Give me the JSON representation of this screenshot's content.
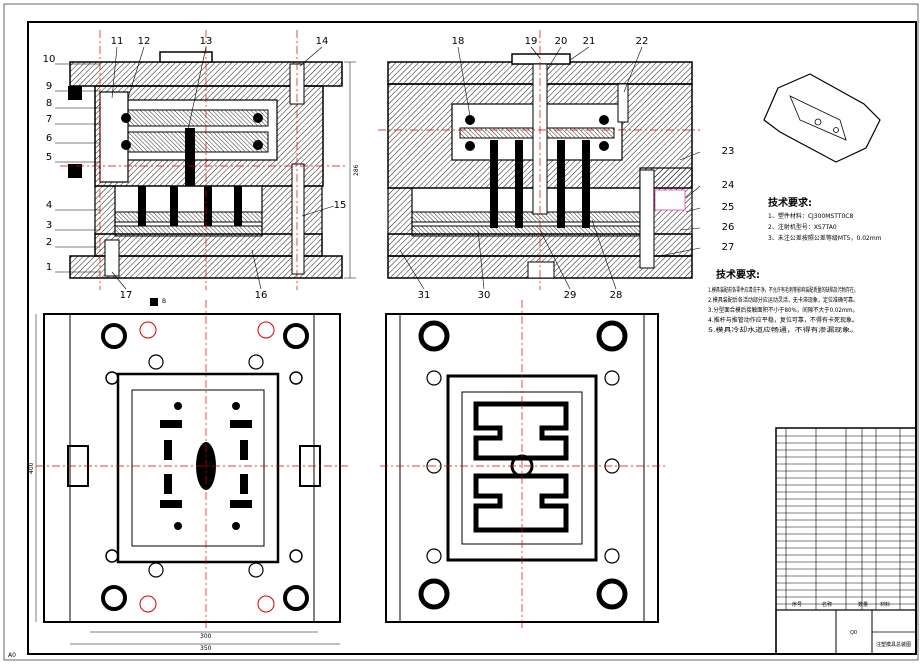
{
  "callouts_left": [
    "1",
    "2",
    "3",
    "4",
    "5",
    "6",
    "7",
    "8",
    "9",
    "10",
    "11",
    "12",
    "13",
    "14",
    "15",
    "16",
    "17"
  ],
  "callouts_mid": [
    "18",
    "19",
    "20",
    "21",
    "22",
    "23",
    "24",
    "25",
    "26",
    "27",
    "28",
    "29",
    "30",
    "31"
  ],
  "dimensions": {
    "plate_width_inner": "300",
    "plate_width_outer": "350",
    "plate_height": "400",
    "mold_height": "286",
    "corner_mark": "A0",
    "section_mark": "B"
  },
  "tech_req_1": {
    "title": "技术要求:",
    "lines": [
      "1、塑件材料：CJ300MSTT0C8",
      "2、注射机型号：XS7TA0",
      "3、未注公差按照公差等级MT5，0.02mm"
    ]
  },
  "tech_req_2": {
    "title": "技术要求:",
    "notes": [
      "1.模具装配前各零件应清洗干净，不允许有毛刺等影响装配质量的缺陷及污物存在。",
      "2.模具装配后各活动部分应运动灵活，无卡滞现象，定位准确可靠。",
      "3.分型面合模后接触面积不小于80%，间隙不大于0.02mm。",
      "4.推杆与推管动作应平稳，复位可靠，不得有卡死现象。",
      "5.模具冷却水道应畅通，不得有渗漏现象。"
    ]
  },
  "title_block": {
    "headers": [
      "序号",
      "名称",
      "数量",
      "材料"
    ],
    "label_left": "Q0",
    "label_right": "注塑模具总装图"
  }
}
